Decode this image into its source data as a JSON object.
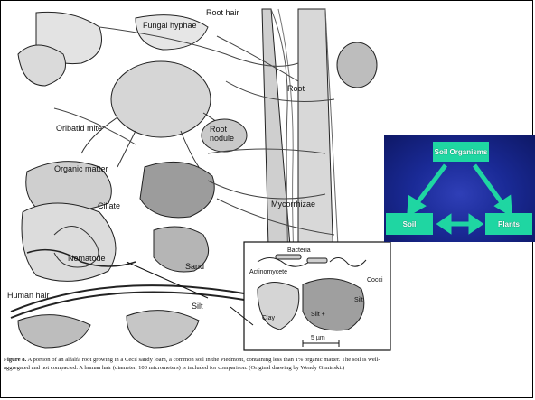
{
  "illustration": {
    "labels": {
      "fungal_hyphae": "Fungal hyphae",
      "root_hair": "Root hair",
      "root": "Root",
      "oribatid_mite": "Oribatid mite",
      "root_nodule_1": "Root",
      "root_nodule_2": "nodule",
      "organic_matter": "Organic matter",
      "ciliate": "Ciliate",
      "mycorrhizae": "Mycorrhizae",
      "nematode": "Nematode",
      "sand": "Sand",
      "human_hair": "Human hair",
      "silt": "Silt"
    },
    "inset": {
      "bacteria": "Bacteria",
      "actinomycete": "Actinomycete",
      "cocci": "Cocci",
      "clay": "Clay",
      "silt": "Silt",
      "silt_plus": "Silt +",
      "scale": "5 µm"
    }
  },
  "caption": {
    "figure": "Figure 8.",
    "text": "A portion of an alfalfa root growing in a Cecil sandy loam, a common soil in the Piedmont, containing less than 1% organic matter. The soil is well-aggregated and not compacted. A human hair (diameter, 100 micrometers) is included for comparison. (Original drawing by Wendy Giminski.)"
  },
  "concept_diagram": {
    "nodes": {
      "top": "Soil Organisms",
      "left": "Soil",
      "right": "Plants"
    },
    "colors": {
      "background": "#1a2a96",
      "node": "#1fd6a2",
      "arrow": "#1fd6a2"
    }
  }
}
